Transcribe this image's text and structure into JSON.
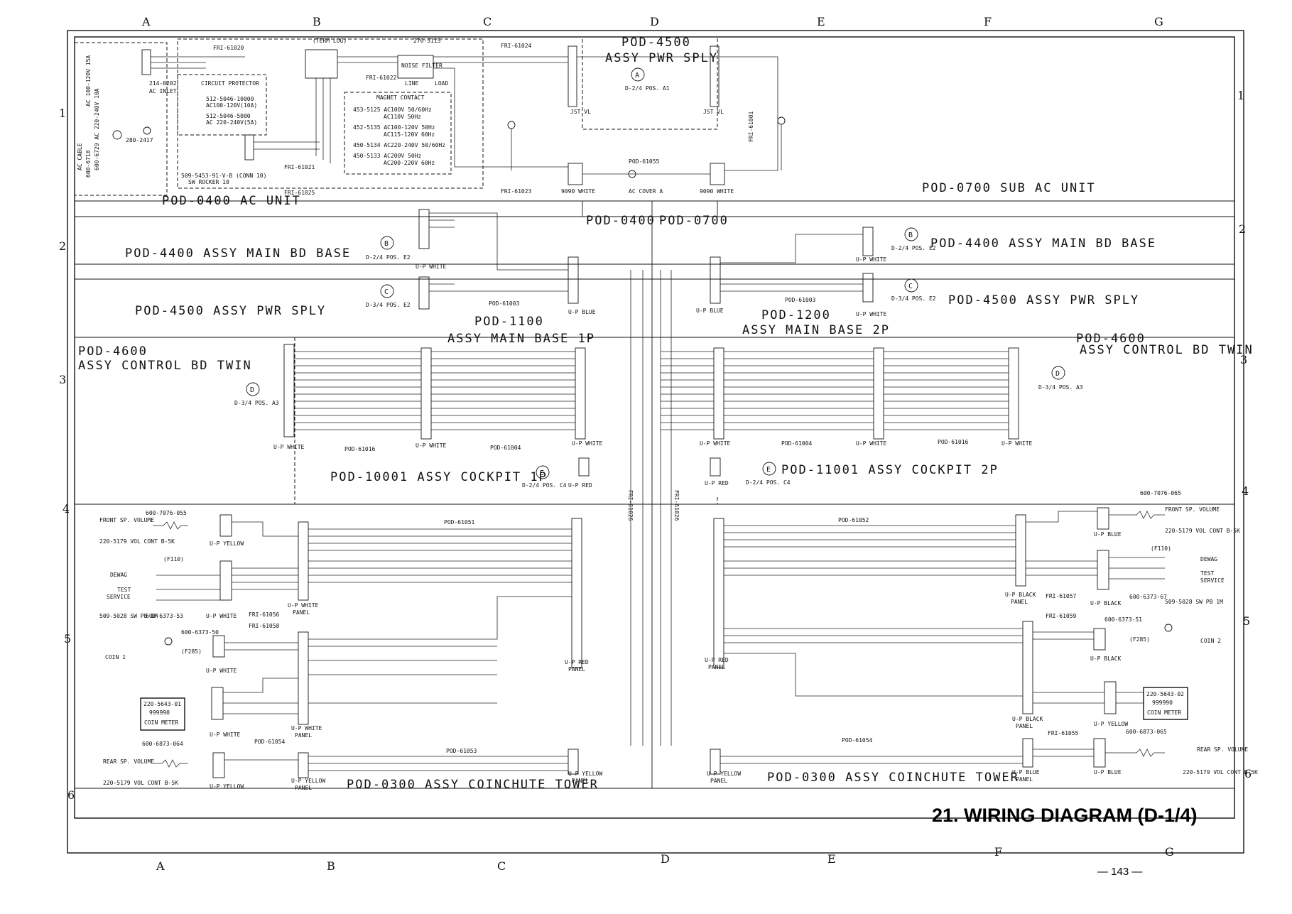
{
  "title": "21. WIRING DIAGRAM (D-1/4)",
  "page_number": "— 143 —",
  "grid": {
    "columns": [
      "A",
      "B",
      "C",
      "D",
      "E",
      "F",
      "G"
    ],
    "rows": [
      "1",
      "2",
      "3",
      "4",
      "5",
      "6"
    ]
  },
  "sections": {
    "ac_unit": "POD-0400 AC UNIT",
    "sub_ac_unit": "POD-0700 SUB AC UNIT",
    "pwr_sply_top": "POD-4500",
    "pwr_sply_top_sub": "ASSY PWR SPLY",
    "pod_0400_center": "POD-0400",
    "pod_0700_center": "POD-0700",
    "main_bd_base_left": "POD-4400 ASSY MAIN BD BASE",
    "main_bd_base_right": "POD-4400 ASSY MAIN BD BASE",
    "pwr_sply_left": "POD-4500 ASSY PWR SPLY",
    "pwr_sply_right": "POD-4500 ASSY PWR SPLY",
    "main_base_1p_code": "POD-1100",
    "main_base_1p": "ASSY MAIN BASE 1P",
    "main_base_2p_code": "POD-1200",
    "main_base_2p": "ASSY MAIN BASE 2P",
    "control_bd_left_code": "POD-4600",
    "control_bd_left": "ASSY CONTROL BD TWIN",
    "control_bd_right_code": "POD-4600",
    "control_bd_right": "ASSY CONTROL BD TWIN",
    "cockpit_1p": "POD-10001 ASSY COCKPIT 1P",
    "cockpit_2p": "POD-11001 ASSY COCKPIT 2P",
    "coinchute_left": "POD-0300 ASSY COINCHUTE TOWER",
    "coinchute_right": "POD-0300 ASSY COINCHUTE TOWER"
  },
  "ac_unit": {
    "ac_cable": "AC CABLE",
    "ac_cable_spec_1": "600-6718",
    "ac_cable_spec_2": "600-6729 AC 220-240V 10A",
    "ac_cable_spec_3": "AC 100-120V 15A",
    "ground": "280-2417",
    "ac_inlet_code": "214-0202",
    "ac_inlet": "AC INLET",
    "circuit_protector": "CIRCUIT PROTECTOR",
    "cp_1": "512-5046-10000",
    "cp_1b": "AC100-120V(10A)",
    "cp_2": "512-5046-5000",
    "cp_2b": "AC 220-240V(5A)",
    "rocker_1": "509-5453-91-V-B (CONN 10)",
    "rocker_2": "SW ROCKER 10",
    "term_lug": "(TERM LUG)",
    "noise_filter_code": "270-5115",
    "noise_filter": "NOISE FILTER",
    "line": "LINE",
    "load": "LOAD",
    "magnet_contact": "MAGNET CONTACT",
    "mc_1": "453-5125 AC100V 50/60Hz",
    "mc_1b": "AC110V 50Hz",
    "mc_2": "452-5135 AC100-120V 50Hz",
    "mc_2b": "AC115-120V 60Hz",
    "mc_3": "450-5134 AC220-240V 50/60Hz",
    "mc_4": "450-5133 AC200V 50Hz",
    "mc_4b": "AC200-220V 60Hz",
    "harness_1": "FRI-61020",
    "harness_2": "FRI-61022",
    "harness_3": "FRI-61021",
    "harness_4": "FRI-61025",
    "harness_5": "FRI-61024"
  },
  "sub_ac": {
    "ref_a": "A",
    "ref_a_pos": "D-2/4 POS. A1",
    "jst_vl_left": "JST VL",
    "jst_vl_right": "JST VL",
    "harness_ac_cover": "AC COVER A",
    "harness_fri_61023": "FRI-61023",
    "harness_61055": "POD-61055",
    "harness_fri_61001": "FRI-61001",
    "conn_9090_left": "9090 WHITE",
    "conn_9090_right": "9090 WHITE"
  },
  "refs": {
    "b": "B",
    "b_pos": "D-2/4 POS. E2",
    "c": "C",
    "c_pos": "D-3/4 POS. E2",
    "d": "D",
    "d_pos": "D-3/4 POS. A3",
    "e": "E",
    "e_pos": "D-2/4 POS. C4"
  },
  "connectors": {
    "up_white": "U-P WHITE",
    "up_blue": "U-P BLUE",
    "up_red": "U-P RED",
    "up_yellow": "U-P YELLOW",
    "up_black": "U-P BLACK",
    "panel": "PANEL"
  },
  "harness_codes": {
    "h1": "POD-61003",
    "h2": "POD-61016",
    "h3": "POD-61004",
    "h4": "POD-61051",
    "h5": "POD-61052",
    "h6": "POD-61053",
    "h7": "POD-61054",
    "h8": "FRI-61056",
    "h9": "FRI-61058",
    "h10": "FRI-61057",
    "h11": "FRI-61059",
    "h12": "FRI-61055",
    "h13": "FRI-61026"
  },
  "left_cockpit": {
    "front_sp_volume": "FRONT SP. VOLUME",
    "front_code": "600-7076-055",
    "vol_cont": "220-5179 VOL CONT B-5K",
    "dewag": "DEWAG",
    "test": "TEST",
    "service": "SERVICE",
    "sw_pb": "509-5028 SW PB 1M",
    "sw_code": "600-6373-53",
    "coin_1": "COIN 1",
    "coin_code": "600-6373-50",
    "meter_code": "220-5643-01",
    "meter_digits": "999990",
    "coin_meter": "COIN METER",
    "rear_sp_volume": "REAR SP. VOLUME",
    "rear_code": "600-6873-064",
    "rear_vol": "220-5179 VOL CONT B-5K",
    "fuse": "(F110)",
    "fuse2": "(F285)"
  },
  "right_cockpit": {
    "front_sp_volume": "FRONT SP. VOLUME",
    "front_code": "600-7076-065",
    "vol_cont": "220-5179 VOL CONT B-5K",
    "dewag": "DEWAG",
    "test": "TEST",
    "service": "SERVICE",
    "sw_pb": "509-5028 SW PB 1M",
    "sw_code": "600-6373-67",
    "coin_2": "COIN 2",
    "coin_code": "600-6373-51",
    "meter_code": "220-5643-02",
    "meter_digits": "999990",
    "coin_meter": "COIN METER",
    "rear_sp_volume": "REAR SP. VOLUME",
    "rear_code": "600-6873-065",
    "rear_vol": "220-5179 VOL CONT B-5K",
    "fuse": "(F110)",
    "fuse2": "(F285)"
  }
}
